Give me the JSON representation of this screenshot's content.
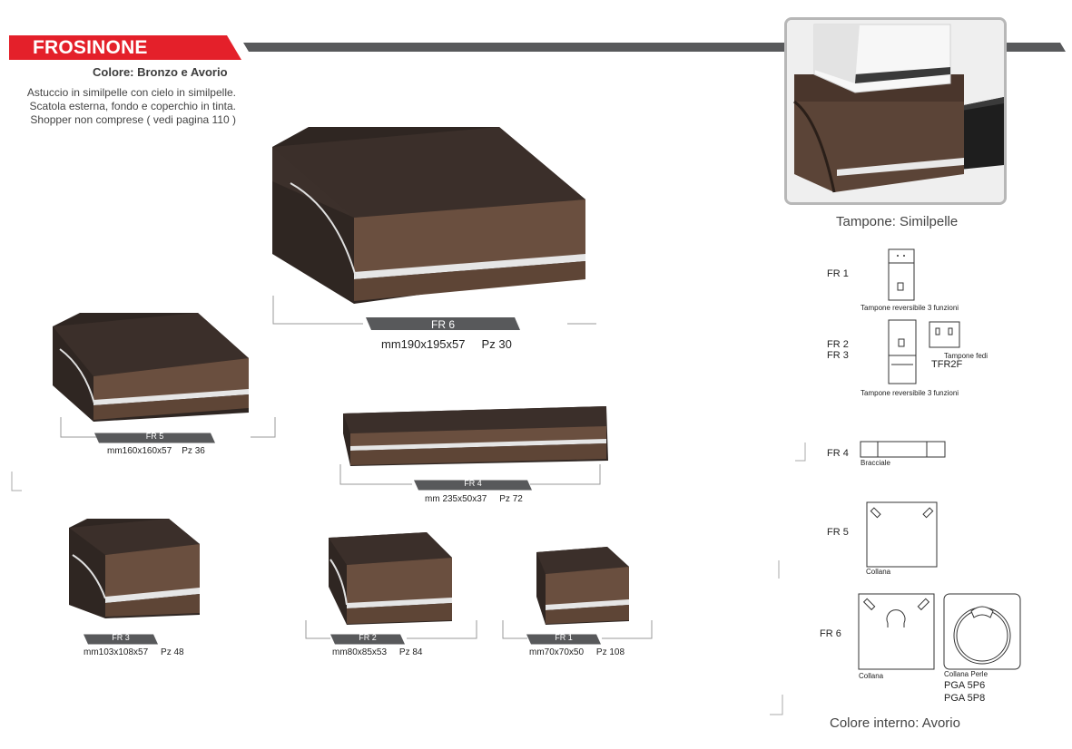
{
  "header": {
    "title": "FROSINONE",
    "colore": "Colore:  Bronzo e Avorio",
    "description_lines": [
      "Astuccio in similpelle con cielo in similpelle.",
      "Scatola esterna, fondo e coperchio in tinta.",
      "Shopper non comprese ( vedi pagina 110 )"
    ]
  },
  "photo": {
    "caption": "Tampone: Similpelle"
  },
  "footer": {
    "colore_interno": "Colore interno: Avorio"
  },
  "colors": {
    "accent_red": "#e4202a",
    "bar_grey": "#58595b",
    "box_top": "#3c302b",
    "box_side": "#6a4f3f",
    "band": "#e6e6e6"
  },
  "products": {
    "fr6": {
      "code": "FR 6",
      "dims": "mm190x195x57     Pz 30"
    },
    "fr5": {
      "code": "FR 5",
      "dims": "mm160x160x57    Pz 36"
    },
    "fr4": {
      "code": "FR 4",
      "dims": "mm 235x50x37     Pz 72"
    },
    "fr3": {
      "code": "FR 3",
      "dims": "mm103x108x57     Pz 48"
    },
    "fr2": {
      "code": "FR 2",
      "dims": "mm80x85x53     Pz 84"
    },
    "fr1": {
      "code": "FR 1",
      "dims": "mm70x70x50     Pz 108"
    }
  },
  "diagrams": {
    "fr1": {
      "label": "FR 1",
      "caption": "Tampone reversibile 3 funzioni"
    },
    "fr23": {
      "label_a": "FR 2",
      "label_b": "FR 3",
      "caption": "Tampone reversibile 3 funzioni",
      "fedi_caption": "Tampone fedi",
      "fedi_code": "TFR2F"
    },
    "fr4": {
      "label": "FR 4",
      "caption": "Bracciale"
    },
    "fr5": {
      "label": "FR 5",
      "caption": "Collana"
    },
    "fr6": {
      "label": "FR 6",
      "caption_a": "Collana",
      "caption_b": "Collana Perle",
      "code_a": "PGA 5P6",
      "code_b": "PGA 5P8"
    }
  }
}
